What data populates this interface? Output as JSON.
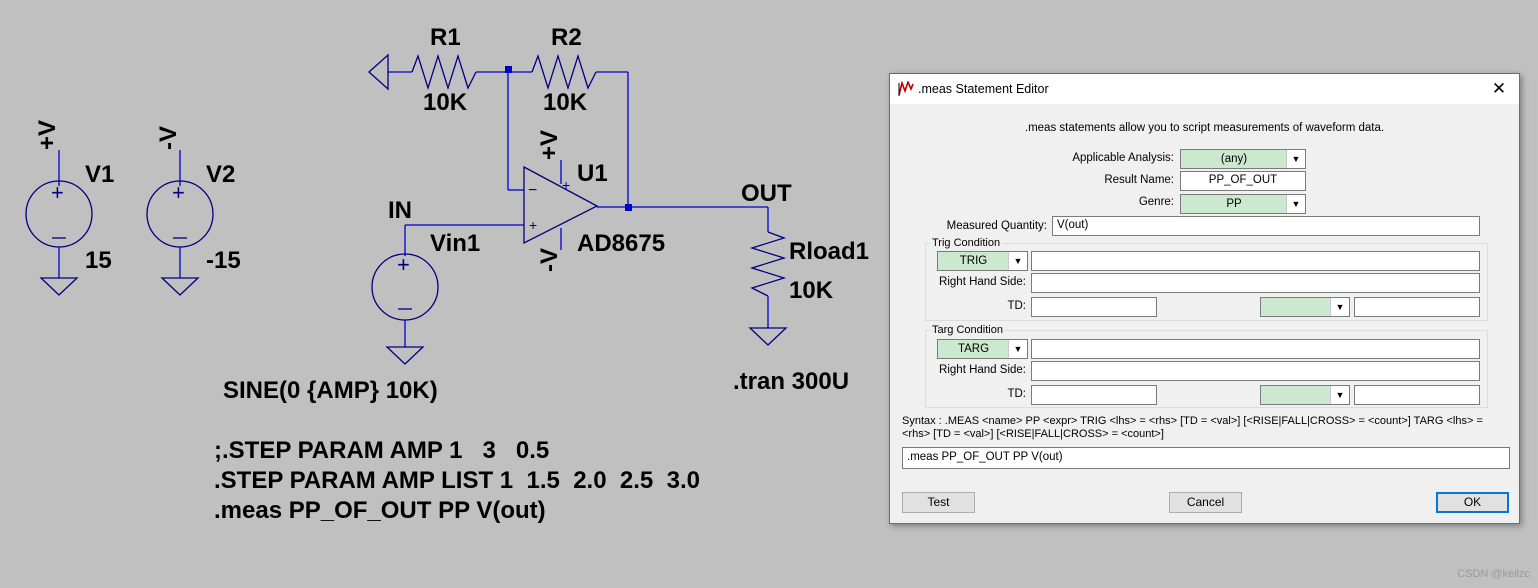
{
  "schematic": {
    "r1": {
      "name": "R1",
      "value": "10K"
    },
    "r2": {
      "name": "R2",
      "value": "10K"
    },
    "v1": {
      "name": "V1",
      "value": "15",
      "net": "+V"
    },
    "v2": {
      "name": "V2",
      "value": "-15",
      "net": "-V"
    },
    "opamp": {
      "name": "U1",
      "model": "AD8675",
      "pos_supply": "+V",
      "neg_supply": "-V",
      "plus": "+",
      "minus": "−"
    },
    "vin": {
      "name": "Vin1",
      "value": "SINE(0 {AMP} 10K)"
    },
    "rload": {
      "name": "Rload1",
      "value": "10K"
    },
    "net_in": "IN",
    "net_out": "OUT",
    "tran": ".tran 300U",
    "directives": [
      ";.STEP PARAM AMP 1   3   0.5",
      ".STEP PARAM AMP LIST 1  1.5  2.0  2.5  3.0",
      ".meas PP_OF_OUT PP V(out)"
    ]
  },
  "dialog": {
    "title": ".meas Statement Editor",
    "intro": ".meas statements allow you to script measurements of waveform data.",
    "applicable_analysis": {
      "label": "Applicable Analysis:",
      "value": "(any)"
    },
    "result_name": {
      "label": "Result Name:",
      "value": "PP_OF_OUT"
    },
    "genre": {
      "label": "Genre:",
      "value": "PP"
    },
    "measured_quantity": {
      "label": "Measured Quantity:",
      "value": "V(out)"
    },
    "trig": {
      "group": "Trig Condition",
      "combo": "TRIG",
      "rhs_label": "Right Hand Side:",
      "td_label": "TD:"
    },
    "targ": {
      "group": "Targ Condition",
      "combo": "TARG",
      "rhs_label": "Right Hand Side:",
      "td_label": "TD:"
    },
    "syntax": "Syntax : .MEAS <name> PP <expr> TRIG <lhs> = <rhs> [TD = <val>] [<RISE|FALL|CROSS> = <count>] TARG <lhs> = <rhs> [TD = <val>] [<RISE|FALL|CROSS> = <count>]",
    "statement": ".meas PP_OF_OUT PP V(out)",
    "buttons": {
      "test": "Test",
      "cancel": "Cancel",
      "ok": "OK"
    }
  },
  "watermark": "CSDN @keilzc",
  "colors": {
    "wire": "#0000cc",
    "canvas": "#c0c0c0",
    "combo": "#cce8cf",
    "ok_border": "#0078d7"
  }
}
